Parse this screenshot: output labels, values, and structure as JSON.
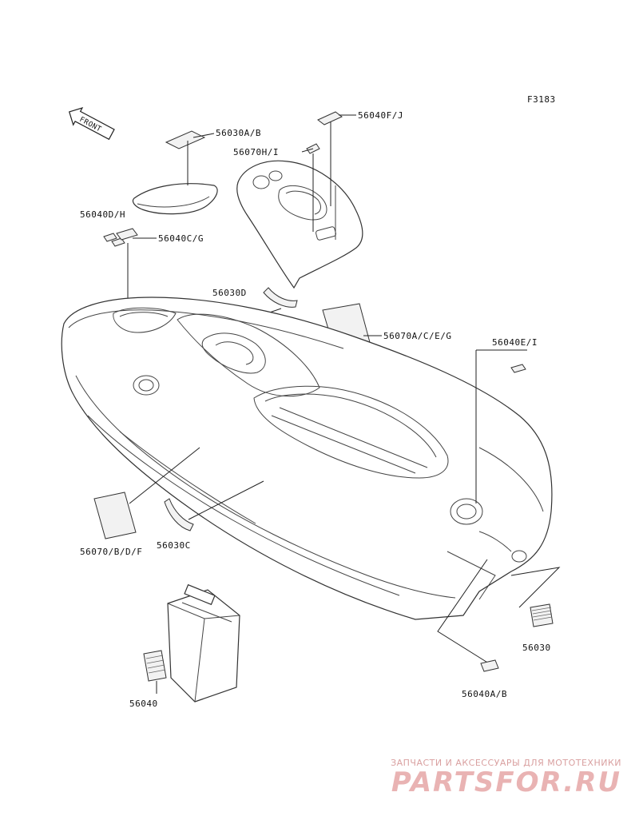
{
  "diagram": {
    "code": "F3183",
    "front_label": "FRONT",
    "labels": {
      "l_56030AB": "56030A/B",
      "l_56040FJ": "56040F/J",
      "l_56070HI": "56070H/I",
      "l_56040DH": "56040D/H",
      "l_56040CG": "56040C/G",
      "l_56030D": "56030D",
      "l_56070ACEG": "56070A/C/E/G",
      "l_56040EI": "56040E/I",
      "l_56070BDF": "56070/B/D/F",
      "l_56030C": "56030C",
      "l_56030": "56030",
      "l_56040AB": "56040A/B",
      "l_56040": "56040"
    }
  },
  "watermark": {
    "tagline": "ЗАПЧАСТИ И АКСЕССУАРЫ ДЛЯ МОТОТЕХНИКИ",
    "logo_text": "PARTSFOR.RU"
  },
  "colors": {
    "ink": "#222222",
    "watermark": "#e9b3b3"
  }
}
